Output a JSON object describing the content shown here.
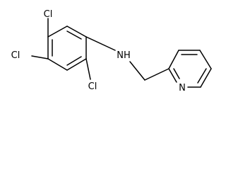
{
  "molecule": {
    "atoms": {
      "cl_top": "Cl",
      "cl_left": "Cl",
      "cl_bottom": "Cl",
      "nh": "NH",
      "n_ring": "N"
    }
  },
  "colors": {
    "bond": "#000000",
    "label": "#000000",
    "background": "#ffffff"
  }
}
